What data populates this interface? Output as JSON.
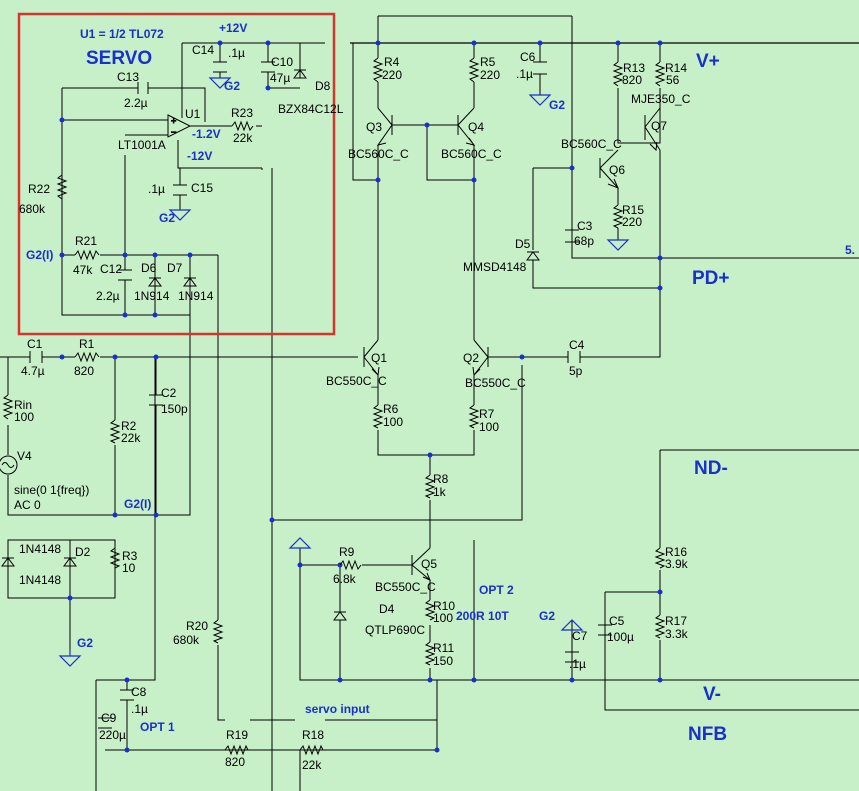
{
  "colors": {
    "background": "#c8f0c8",
    "net_label": "#1a2fcc",
    "servo_box": "#d9342b",
    "wire": "#000000"
  },
  "servo": {
    "title": "SERVO",
    "note": "U1 = 1/2 TL072"
  },
  "rails": {
    "vplus": "V+",
    "vminus": "V-",
    "pd_plus": "PD+",
    "nd_minus": "ND-",
    "nfb": "NFB",
    "p12": "+12V",
    "m12": "-12V",
    "m12_pin": "-1.2V",
    "edge_5": "5."
  },
  "nets": {
    "g2": "G2",
    "g2i": "G2(I)",
    "opt1": "OPT 1",
    "opt2": "OPT 2",
    "servo_input": "servo input",
    "opt2_val": "200R 10T"
  },
  "parts": {
    "U1": {
      "ref": "U1",
      "value": "LT1001A"
    },
    "C14": {
      "ref": "C14",
      "value": ".1µ"
    },
    "C10": {
      "ref": "C10",
      "value": "47µ"
    },
    "D8": {
      "ref": "D8",
      "value": "BZX84C12L"
    },
    "C13": {
      "ref": "C13",
      "value": "2.2µ"
    },
    "R23": {
      "ref": "R23",
      "value": "22k"
    },
    "C15": {
      "ref": "C15",
      "value": ".1µ"
    },
    "R22": {
      "ref": "R22",
      "value": "680k"
    },
    "R21": {
      "ref": "R21",
      "value": "47k"
    },
    "C12": {
      "ref": "C12",
      "value": "2.2µ"
    },
    "D6": {
      "ref": "D6",
      "value": "1N914"
    },
    "D7": {
      "ref": "D7",
      "value": "1N914"
    },
    "R4": {
      "ref": "R4",
      "value": "220"
    },
    "R5": {
      "ref": "R5",
      "value": "220"
    },
    "C6": {
      "ref": "C6",
      "value": ".1µ"
    },
    "R13": {
      "ref": "R13",
      "value": "820"
    },
    "R14": {
      "ref": "R14",
      "value": "56"
    },
    "Q7": {
      "ref": "Q7",
      "value": "MJE350_C"
    },
    "Q3": {
      "ref": "Q3",
      "value": "BC560C_C"
    },
    "Q4": {
      "ref": "Q4",
      "value": "BC560C_C"
    },
    "Q6": {
      "ref": "Q6",
      "value": "BC560C_C"
    },
    "R15": {
      "ref": "R15",
      "value": "220"
    },
    "C3": {
      "ref": "C3",
      "value": "68p"
    },
    "D5": {
      "ref": "D5",
      "value": "MMSD4148"
    },
    "C1": {
      "ref": "C1",
      "value": "4.7µ"
    },
    "R1": {
      "ref": "R1",
      "value": "820"
    },
    "Q1": {
      "ref": "Q1",
      "value": "BC550C_C"
    },
    "Q2": {
      "ref": "Q2",
      "value": "BC550C_C"
    },
    "C4": {
      "ref": "C4",
      "value": "5p"
    },
    "Rin": {
      "ref": "Rin",
      "value": "100"
    },
    "C2": {
      "ref": "C2",
      "value": "150p"
    },
    "R2": {
      "ref": "R2",
      "value": "22k"
    },
    "R6": {
      "ref": "R6",
      "value": "100"
    },
    "R7": {
      "ref": "R7",
      "value": "100"
    },
    "V4": {
      "ref": "V4",
      "value": "sine(0 1{freq})",
      "value2": "AC 0"
    },
    "R8": {
      "ref": "R8",
      "value": "1k"
    },
    "D1": {
      "ref": "",
      "value": "1N4148"
    },
    "D2": {
      "ref": "D2",
      "value": "1N4148"
    },
    "R3": {
      "ref": "R3",
      "value": "10"
    },
    "R9": {
      "ref": "R9",
      "value": "6.8k"
    },
    "Q5": {
      "ref": "Q5",
      "value": "BC550C_C"
    },
    "D4": {
      "ref": "D4",
      "value": "QTLP690C"
    },
    "R10": {
      "ref": "R10",
      "value": "100"
    },
    "R11": {
      "ref": "R11",
      "value": "150"
    },
    "C5": {
      "ref": "C5",
      "value": "100µ"
    },
    "C7": {
      "ref": "C7",
      "value": ".1µ"
    },
    "R16": {
      "ref": "R16",
      "value": "3.9k"
    },
    "R17": {
      "ref": "R17",
      "value": "3.3k"
    },
    "R20": {
      "ref": "R20",
      "value": "680k"
    },
    "C8": {
      "ref": "C8",
      "value": ".1µ"
    },
    "C9": {
      "ref": "C9",
      "value": "220µ"
    },
    "R19": {
      "ref": "R19",
      "value": "820"
    },
    "R18": {
      "ref": "R18",
      "value": "22k"
    }
  }
}
